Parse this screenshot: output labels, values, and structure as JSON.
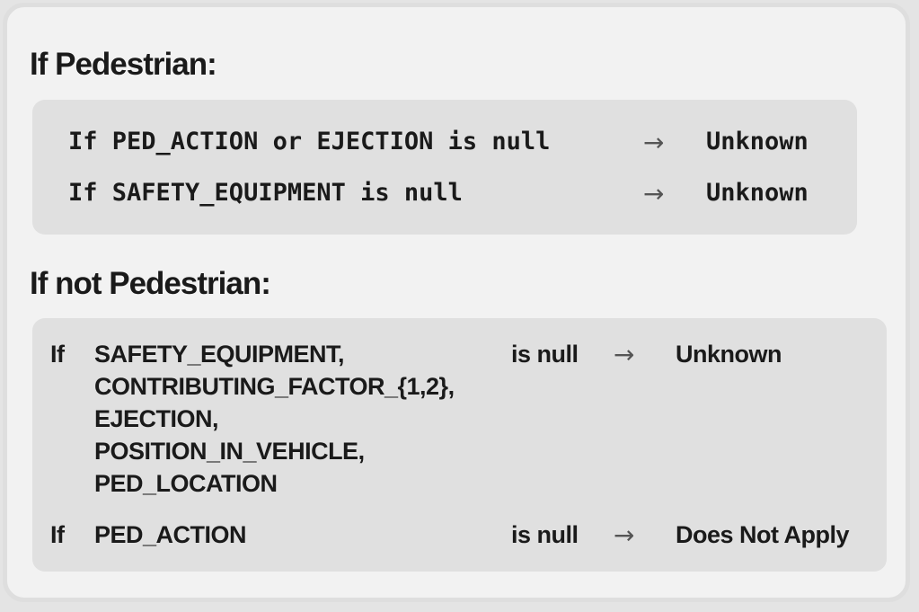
{
  "pedestrian": {
    "heading": "If Pedestrian:",
    "rules": [
      {
        "condition": "If PED_ACTION or EJECTION is null",
        "arrow": "→",
        "result": "Unknown"
      },
      {
        "condition": "If SAFETY_EQUIPMENT is null",
        "arrow": "→",
        "result": "Unknown"
      }
    ]
  },
  "not_pedestrian": {
    "heading": "If not Pedestrian:",
    "rules": [
      {
        "if": "If",
        "fields": [
          "SAFETY_EQUIPMENT,",
          "CONTRIBUTING_FACTOR_{1,2},",
          "EJECTION,",
          "POSITION_IN_VEHICLE,",
          "PED_LOCATION"
        ],
        "test": "is null",
        "arrow": "→",
        "result": "Unknown"
      },
      {
        "if": "If",
        "fields": [
          "PED_ACTION"
        ],
        "test": "is null",
        "arrow": "→",
        "result": "Does Not Apply"
      }
    ]
  }
}
